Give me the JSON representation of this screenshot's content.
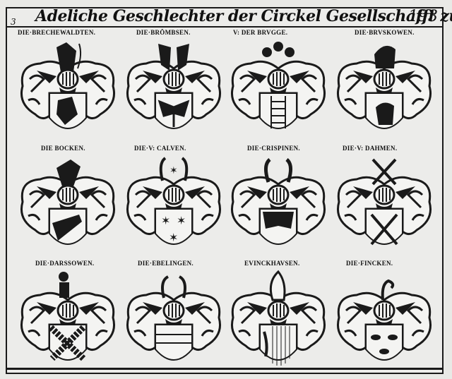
{
  "page": {
    "signature": "3",
    "title": "Adeliche Geschlechter der Circkel Gesellschafft zu Lübeck.",
    "page_number": "193"
  },
  "rows": [
    {
      "labels": [
        "DIE·BRECHEWALDTEN.",
        "DIE·BRÖMBSEN.",
        "V: DER BRVGGE.",
        "DIE·BRVSKOWEN."
      ],
      "arms": [
        {
          "crest": "ram-head-and-branches",
          "shield": "ram-head"
        },
        {
          "crest": "eagle-wings",
          "shield": "double-headed-eagle"
        },
        {
          "crest": "three-tulips",
          "shield": "ladder"
        },
        {
          "crest": "horse-head",
          "shield": "horse-head"
        }
      ]
    },
    {
      "labels": [
        "DIE BOCKEN.",
        "DIE·V: CALVEN.",
        "DIE·CRISPINEN.",
        "DIE·V: DAHMEN."
      ],
      "arms": [
        {
          "crest": "springing-goat",
          "shield": "goat-on-bend"
        },
        {
          "crest": "horns-with-star",
          "shield": "three-stars"
        },
        {
          "crest": "horns",
          "shield": "half-eagle"
        },
        {
          "crest": "crossed-maces",
          "shield": "crossed-maces"
        }
      ]
    },
    {
      "labels": [
        "DIE·DARSSOWEN.",
        "DIE·EBELINGEN.",
        "EVINCKHAVSEN.",
        "DIE·FINCKEN."
      ],
      "arms": [
        {
          "crest": "bust-with-checks",
          "shield": "checkered-saltire"
        },
        {
          "crest": "swan-necks",
          "shield": "fess"
        },
        {
          "crest": "plumed-column",
          "shield": "paly-with-wing"
        },
        {
          "crest": "swan-neck",
          "shield": "three-birds"
        }
      ]
    }
  ],
  "colors": {
    "paper": "#ececea",
    "ink": "#1a1a1a"
  }
}
